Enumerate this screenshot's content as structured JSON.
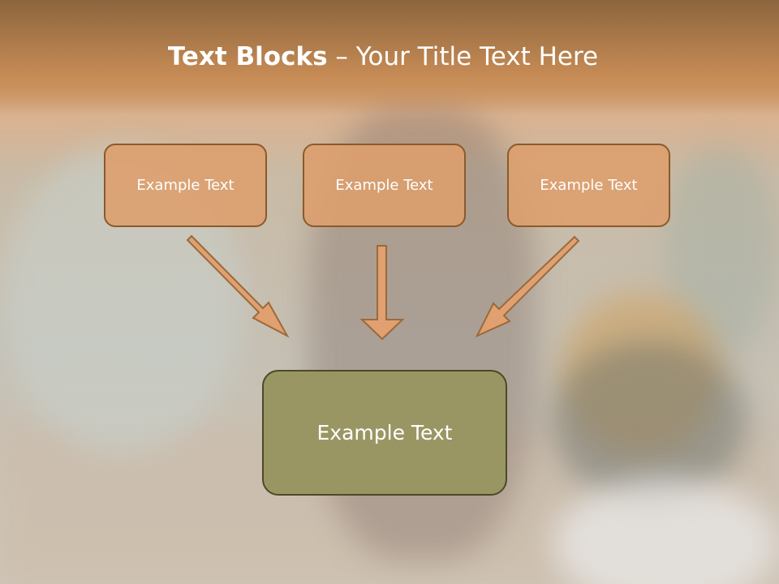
{
  "slide": {
    "title_bold": "Text Blocks",
    "title_dash": " – ",
    "title_rest": "Your Title Text Here",
    "top_boxes": [
      {
        "label": "Example Text"
      },
      {
        "label": "Example Text"
      },
      {
        "label": "Example Text"
      }
    ],
    "main_box": {
      "label": "Example Text"
    }
  },
  "colors": {
    "box_fill": "#dd9e6c",
    "box_border": "#8a5a2c",
    "main_box_fill": "#9a9664",
    "main_box_border": "#4a4a28",
    "arrow_fill": "#e0a070",
    "arrow_stroke": "#9a6a3c",
    "title_text": "#ffffff"
  }
}
